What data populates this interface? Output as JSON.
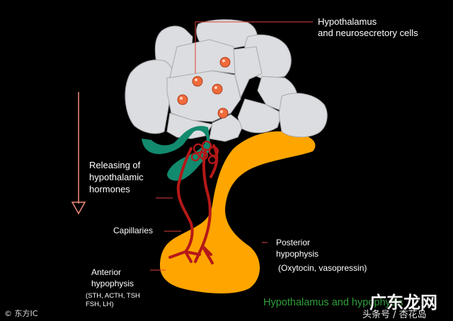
{
  "labels": {
    "hypothalamus": [
      "Hypothalamus",
      "and neurosecretory cells"
    ],
    "releasing": [
      "Releasing of",
      "hypothalamic",
      "hormones"
    ],
    "capillaries": "Capillaries",
    "posterior": [
      "Posterior",
      "hypophysis"
    ],
    "posterior_hormones": "(Oxytocin, vasopressin)",
    "anterior": [
      "Anterior",
      "hypophysis"
    ],
    "anterior_hormones": [
      "(STH, ACTH, TSH",
      "FSH, LH)"
    ]
  },
  "caption": "Hypothalamus and hypophysis",
  "watermarks": {
    "large": "广东龙网",
    "small": "头条号 / 杏花岛",
    "left": "© 东方IC"
  },
  "colors": {
    "background": "#000000",
    "hypothalamus": "#dcdde0",
    "posterior_gland": "#ffa500",
    "anterior_gland": "#ffa500",
    "neurosecretory_cells": "#f06a3a",
    "portal_tract": "#128a6e",
    "vessels": "#b51818",
    "arrow": "#f08a7a",
    "caption": "#2f9e3a"
  }
}
